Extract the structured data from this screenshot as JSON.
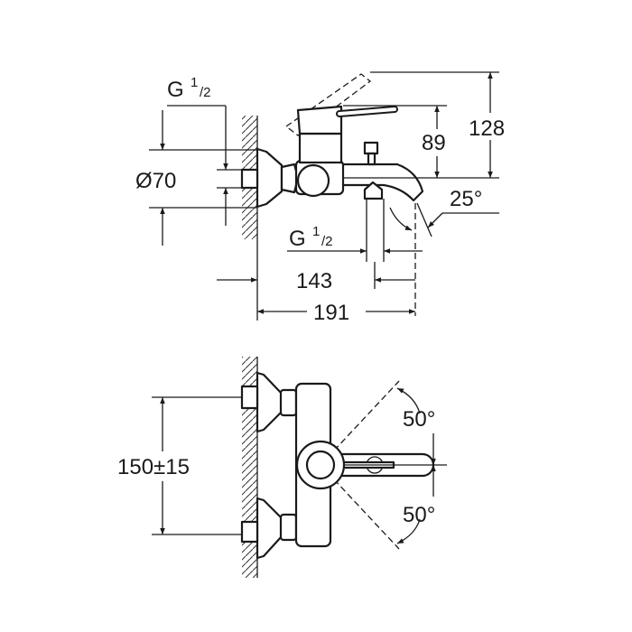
{
  "front_view": {
    "thread_top": {
      "main": "G",
      "sup": "1",
      "sub": "/2"
    },
    "diameter": "Ø70",
    "height_total": "128",
    "height_lever": "89",
    "spout_angle": "25°",
    "thread_outlet": {
      "main": "G",
      "sup": "1",
      "sub": "/2"
    },
    "depth_outlet": "143",
    "depth_total": "191"
  },
  "top_view": {
    "inlet_spacing": "150±15",
    "lever_angle_up": "50°",
    "lever_angle_down": "50°"
  }
}
